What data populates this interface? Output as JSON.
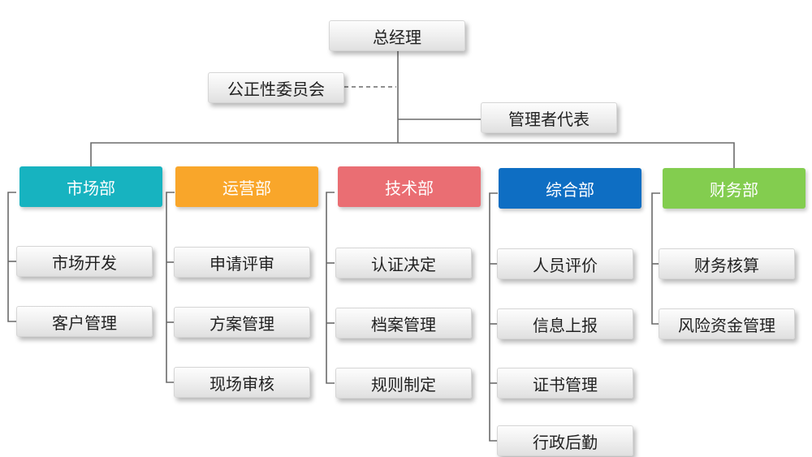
{
  "chart_data": {
    "type": "org-chart",
    "root": "总经理",
    "dotted_link": "公正性委员会",
    "side_node": "管理者代表",
    "departments": [
      {
        "name": "市场部",
        "color": "#17b3c0",
        "items": [
          "市场开发",
          "客户管理"
        ]
      },
      {
        "name": "运营部",
        "color": "#f9a62a",
        "items": [
          "申请评审",
          "方案管理",
          "现场审核"
        ]
      },
      {
        "name": "技术部",
        "color": "#ea6e73",
        "items": [
          "认证决定",
          "档案管理",
          "规则制定"
        ]
      },
      {
        "name": "综合部",
        "color": "#0e6ec3",
        "items": [
          "人员评价",
          "信息上报",
          "证书管理",
          "行政后勤"
        ]
      },
      {
        "name": "财务部",
        "color": "#83cd4f",
        "items": [
          "财务核算",
          "风险资金管理"
        ]
      }
    ]
  },
  "colors": {
    "line": "#6b6b6b",
    "box_text": "#222222",
    "dept_text": "#ffffff"
  }
}
